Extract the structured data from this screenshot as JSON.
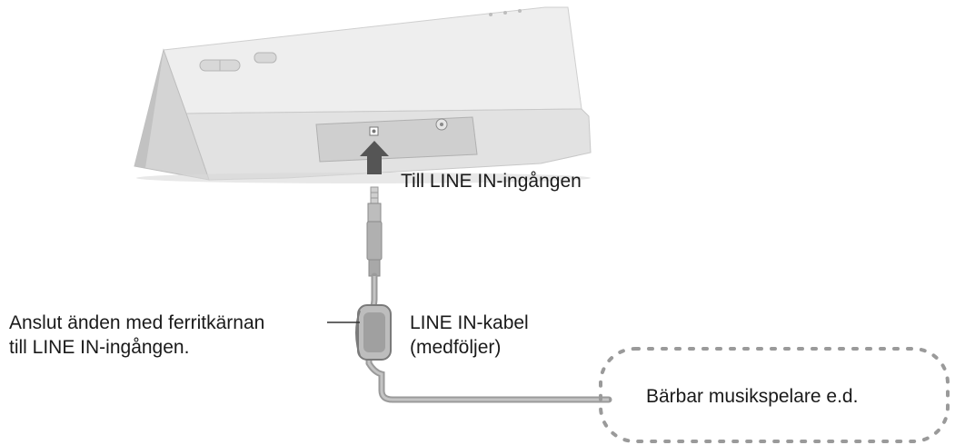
{
  "labels": {
    "line_in_input": "Till LINE IN-ingången",
    "ferrite_line1": "Anslut änden med ferritkärnan",
    "ferrite_line2": "till LINE IN-ingången.",
    "cable_line1": "LINE IN-kabel",
    "cable_line2": "(medföljer)",
    "player": "Bärbar musikspelare e.d."
  },
  "colors": {
    "speaker_body": "#e8e8e8",
    "speaker_shade": "#c9c9c9",
    "cable": "#9a9a9a",
    "arrow": "#555555",
    "dotted_border": "#9a9a9a"
  }
}
